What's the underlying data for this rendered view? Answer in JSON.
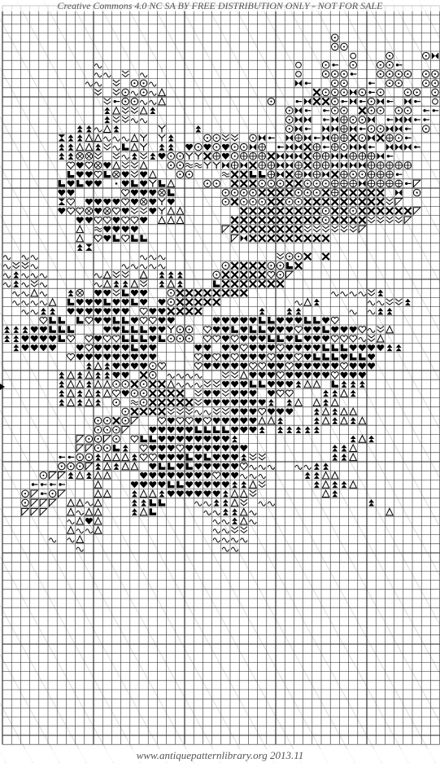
{
  "header_text": "Creative Commons 4.0 NC SA BY FREE DISTRIBUTION ONLY - NOT FOR SALE",
  "footer_text": "www.antiquepatternlibrary.org 2013.11",
  "watermark_text": "antique pattern library",
  "pattern": {
    "description_colors": {
      "grid": "#000000",
      "ink": "#000000",
      "paper": "#ffffff"
    },
    "symbols": [
      "S",
      "F",
      "V",
      "Z",
      "H",
      "J",
      "K",
      "L",
      "T",
      "A",
      "B",
      "C",
      "D",
      "M",
      "N",
      "O",
      "P",
      "Q",
      "R",
      "W",
      "X",
      "Y",
      "G"
    ],
    "rows": [
      "................................................",
      "................................................",
      "....................................O...........",
      "....................................OO..........",
      "......................................G...O...OR.",
      "..........S.....................G..OQ.O..OOQ.......",
      "..........SS.V.S................G..OOOQ..OOOO.OO..",
      ".........SS.V.OOS...............RQ..OO..Q.OO..OO..",
      "..........V.VOSOSA................XOOOROQO..OO.OO.",
      "...........VQOOSSA...........O..QRXXOQRQORQ.RQ.G..",
      "...........ZAVVAZ..............ORQ.QOO.XOO.OO.QQ..",
      "...........ZVVSS...............ORR.QRHOOR.QRRQQ...",
      "........ZZSAZ....K...Z.........ORQ.RRHRQOORRQ.O.P.",
      "......YZZAASSSAK.KZ...OOVV.ORQ.RHRQRHHXORXHOQ.....",
      "......ZZAAZVSBAK.ZZ.JOJOJOORH.QRRXHQHORRQ.RRRQ...",
      "......ZZWWV.VSZVZJOOKKXHJOHHHXRRRXHHRRHHHRQ.....",
      ".......UJUWJAVVA..OOTTKKRHRXHHRRHXHHRRRRHHHHH....",
      ".......BJJUBWJVJA..OO...TXXBBHRXHRHRXHOOHHHQ.....",
      "......BJBJJ.LJBJKBA...OO.XXXOOOXXOOOHHHRHHHHQP...",
      "......JJ.....UJJJWB.....OOOOXXXXOOOXHXXXXX.R.O..",
      "......YU.JJJJUJWJKJ.....OXOOOXXOOXXXXXXXXXVP.....",
      "......JUUWJWUJVVJKAA......XXXXXXXXXOXXOXXXXXXP..",
      "........JJUUJUUJ.AAA.....XXXXXXXXXXOXXXXVVVVP..",
      "........A.TJJJJ.........PXXXXXXXXVVVVVVP.......",
      "........A.UJBUBB.........PRXXXXXXXXX...........",
      "........ZY......................................",
      "S.SS...........SSS............VOOX.X...........",
      "SVVS.........SSSSS......OXXXXOOBX.............",
      "SZSSS.....SAVV.A.ZZZ...OXXXXXUOP..............",
      "SZSVS.....SAZZAV.ZAZ...BXXXXXXX...............",
      ".SSAS..ZW.JJVBJJ..OXXXXXXXX.........SSSSVZ....",
      ".SSSSA.BJJJBJJBJ.JOXXXXX........SAZ.....SSVVZ.",
      "..SSZZ.JJJJJJJ.UJJXXXX......Z..ZZ.....S.SZZ....",
      "....UBB.BUJJBBJUUJJ....JJJJJBBJJJBBJU.........",
      "ZZZJJBBB...JJBBBJJKOO.UJJBJBBJJJUJJBJJJUSVA...",
      "ZZJJJJBU.UJUUBBBJBOOO.UUJUJJJBBJBJJJUUUSVA.....",
      ".ZJJJJ..JUJJJJBJJ....JJ.JJUJJJUJJJJBBBJJJJZZ..",
      ".......UJJJJJJJJJ....UJUJUJJJUJJUJBBBJBBJ.....",
      ".........ZAZJJJJOU...UJJJJJUUJJUJJJJJUJJJ......",
      "......ZAZAZZJJ.XO.SSSS..VVAJJJUJJJJJUJJJ......",
      "......ZAAZAAOOXOXXASSSVVJJJBBJJJZAA.BZZZ.......",
      "......ZAZAZAUJOOXXXX.VJJVJJJ.JUU...ZZAZ........",
      "......ZAZAZ.O.TOXXXXXVJJJJJJJZ.ZA.AZA...........",
      ".............OXXXXVVVSSVVJJJUJJJ..ZAZAA..........",
      "..........OOXOP..UJUUJUJJJJJAAZ...ZAZAZA..........",
      "..........OOOP..JJJJJBBBBJJJZ.ZZZZZ...............",
      "........POOPO.UBBJJJJJJJJZ............ZAZ.........",
      "........PPOOBZ.UJJJUJJJJJJJ.........ZZA..........",
      "......QQOOZAAAZUUJJJBJBJJJZVV.......ZZA.........",
      "......OOOPZAZAA.JBBJBJJJJJUSSS..SSZZ...........",
      "....OPPZAZAA...JJJJJJJJUJJSSS....ZZAA...........",
      "...QQQQ...A...JJJJBBJJJJJZZAV.....ZAZZA.........",
      "..OPQOP...AA..ZAAZJJJJJJZAAV.......AZ...........",
      "..OPPP.AASA...ZZBB...SSZZAV.SS..........Z.......",
      "..PPP..ASAA...ZAB.....SSZZAS..............A.....",
      ".......SAJA............SSZAS...................",
      ".......ASSA............SSVV....................",
      ".....S.SA..............SSSS....................",
      "........S...............SS.....................",
      "................................................"
    ]
  }
}
